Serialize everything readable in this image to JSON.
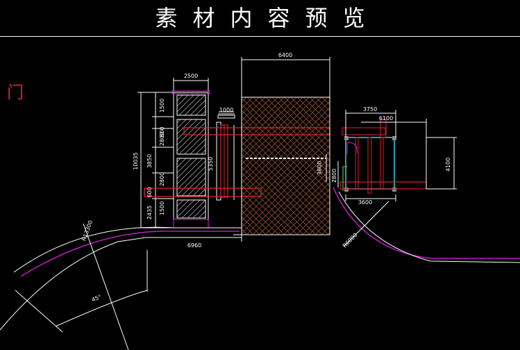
{
  "header": {
    "title": "素材内容预览"
  },
  "side_label": "门",
  "dims": {
    "d6400": "6400",
    "d2500": "2500",
    "d1000": "1000",
    "d3750": "3750",
    "d6100": "6100",
    "d1500a": "1500",
    "d600a": "600",
    "d2800a": "2800",
    "d3850": "3850",
    "d2800b": "2800",
    "d600b": "600",
    "d2435": "2435",
    "d1500b": "1500",
    "d10035": "10035",
    "d5350": "5350",
    "d3600v": "3600",
    "d2800c": "2800",
    "d4100": "4100",
    "d3600h": "3600",
    "d6960": "6960",
    "r13300": "R13300",
    "r6000": "R6000",
    "angle": "45°"
  }
}
